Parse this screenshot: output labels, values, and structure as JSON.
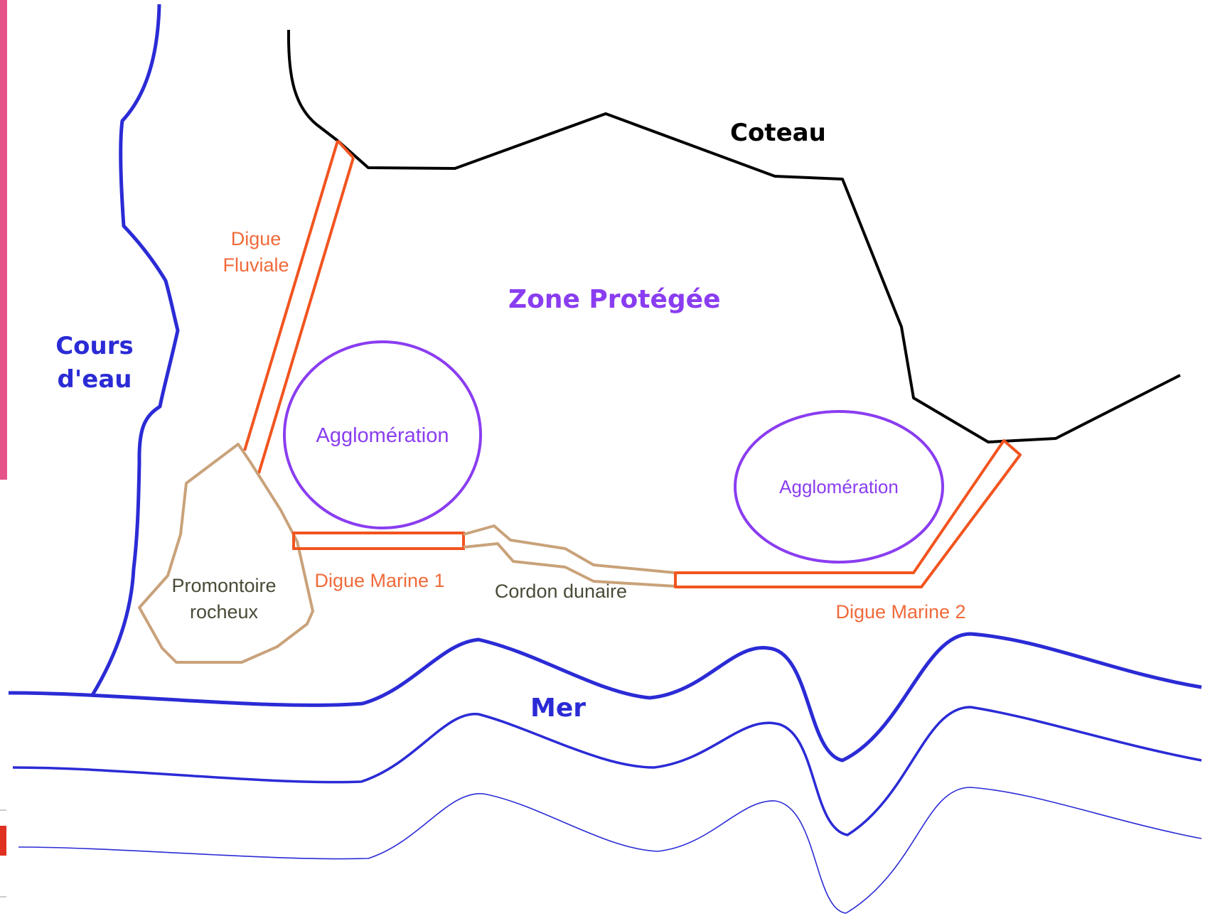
{
  "labels": {
    "coteau": "Coteau",
    "zone_protegee": "Zone Protégée",
    "cours_deau_line1": "Cours",
    "cours_deau_line2": "d'eau",
    "digue_fluviale_line1": "Digue",
    "digue_fluviale_line2": "Fluviale",
    "agglomeration_left": "Agglomération",
    "agglomeration_right": "Agglomération",
    "promontoire_line1": "Promontoire",
    "promontoire_line2": "rocheux",
    "digue_marine_1": "Digue Marine 1",
    "cordon_dunaire": "Cordon dunaire",
    "digue_marine_2": "Digue Marine 2",
    "mer": "Mer"
  },
  "colors": {
    "water": "#2b2bd6",
    "coteau": "#000000",
    "digue": "#f2541f",
    "digue_text": "#f06a3a",
    "agglomeration": "#8a3df0",
    "zone_text": "#8a3df0",
    "rock": "#c9a27a",
    "rock_text": "#4a4a38",
    "left_bar": "#e8528a",
    "small_red": "#e03020"
  }
}
